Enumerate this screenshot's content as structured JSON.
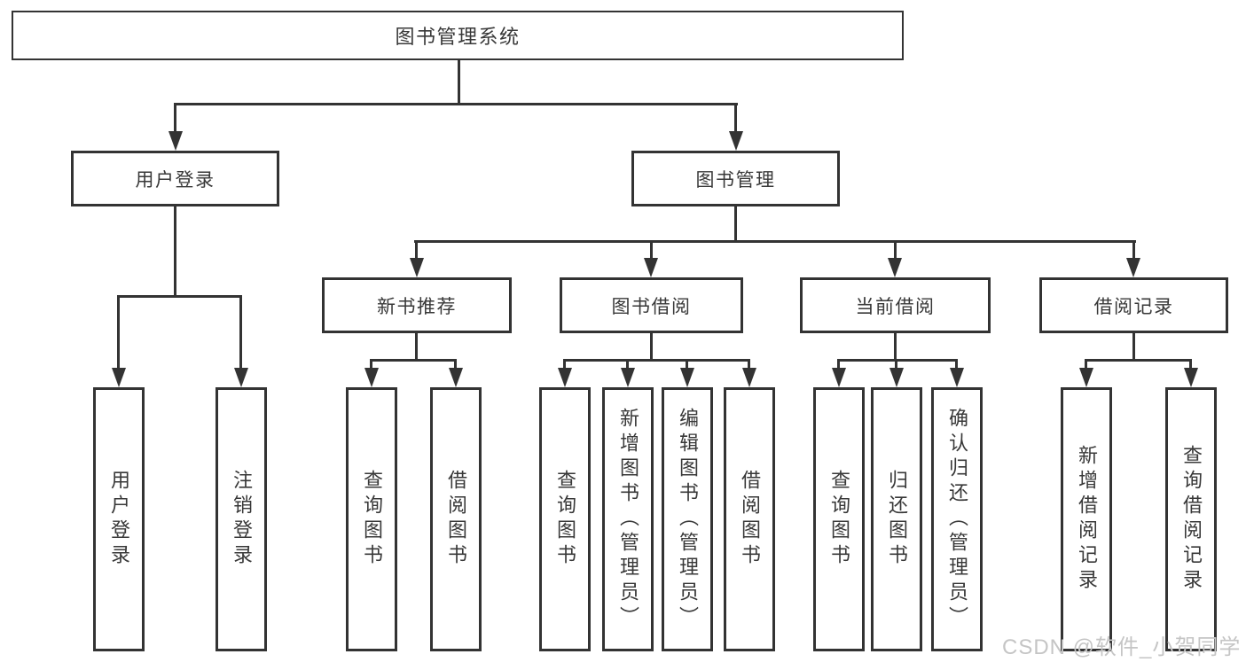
{
  "root": {
    "label": "图书管理系统"
  },
  "branches": [
    {
      "label": "用户登录",
      "children": [
        {
          "label": "用户登录"
        },
        {
          "label": "注销登录"
        }
      ]
    },
    {
      "label": "图书管理",
      "children": [
        {
          "label": "新书推荐",
          "children": [
            {
              "label": "查询图书"
            },
            {
              "label": "借阅图书"
            }
          ]
        },
        {
          "label": "图书借阅",
          "children": [
            {
              "label": "查询图书"
            },
            {
              "label": "新增图书（管理员）"
            },
            {
              "label": "编辑图书（管理员）"
            },
            {
              "label": "借阅图书"
            }
          ]
        },
        {
          "label": "当前借阅",
          "children": [
            {
              "label": "查询图书"
            },
            {
              "label": "归还图书"
            },
            {
              "label": "确认归还（管理员）"
            }
          ]
        },
        {
          "label": "借阅记录",
          "children": [
            {
              "label": "新增借阅记录"
            },
            {
              "label": "查询借阅记录"
            }
          ]
        }
      ]
    }
  ],
  "watermark": {
    "text": "CSDN @软件_小贺同学"
  },
  "colors": {
    "line": "#333333",
    "text": "#383838",
    "watermark": "#c5c5c5",
    "background": "#ffffff"
  }
}
